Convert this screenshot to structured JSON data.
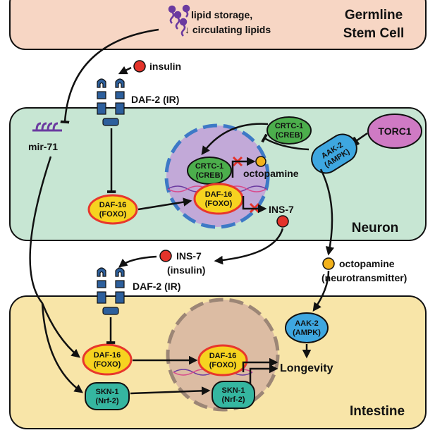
{
  "regions": {
    "germline": "Germline\nStem Cell",
    "neuron": "Neuron",
    "intestine": "Intestine"
  },
  "labels": {
    "lipid_line1": "lipid storage,",
    "lipid_line2": "↓ circulating lipids",
    "insulin": "insulin",
    "daf2_top": "DAF-2 (IR)",
    "daf2_bottom": "DAF-2 (IR)",
    "mir71": "mir-71",
    "ins7_neuron": "INS-7",
    "ins7_secreted_line1": "INS-7",
    "ins7_secreted_line2": "(insulin)",
    "octopamine_neuron": "octopamine",
    "octopamine_line1": "octopamine",
    "octopamine_line2": "(neurotransmitter)",
    "longevity": "Longevity"
  },
  "nodes": {
    "torc1": "TORC1",
    "crtc1_out": [
      "CRTC-1",
      "(CREB)"
    ],
    "crtc1_in": [
      "CRTC-1",
      "(CREB)"
    ],
    "aak2_neuron": [
      "AAK-2",
      "(AMPK)"
    ],
    "daf16_neuron_cyto": [
      "DAF-16",
      "(FOXO)"
    ],
    "daf16_neuron_nuc": [
      "DAF-16",
      "(FOXO)"
    ],
    "aak2_intestine": [
      "AAK-2",
      "(AMPK)"
    ],
    "daf16_int_cyto": [
      "DAF-16",
      "(FOXO)"
    ],
    "daf16_int_nuc": [
      "DAF-16",
      "(FOXO)"
    ],
    "skn1_cyto": [
      "SKN-1",
      "(Nrf-2)"
    ],
    "skn1_nuc": [
      "SKN-1",
      "(Nrf-2)"
    ]
  },
  "colors": {
    "germline_bg": "#f7d6c4",
    "neuron_bg": "#c7e6d3",
    "intestine_bg": "#f8e5a8",
    "daf16": "#f6d320",
    "daf16_border": "#e8372c",
    "crtc": "#4cae4c",
    "aak2": "#3ea7e0",
    "torc1": "#cf7ac4",
    "skn1": "#35b6a0",
    "receptor": "#2d5f9c",
    "lipid": "#6b3aa0",
    "insulin_dot": "#e4332a",
    "octopamine_dot": "#f3b21b",
    "inhibit_x": "#e4332a"
  }
}
